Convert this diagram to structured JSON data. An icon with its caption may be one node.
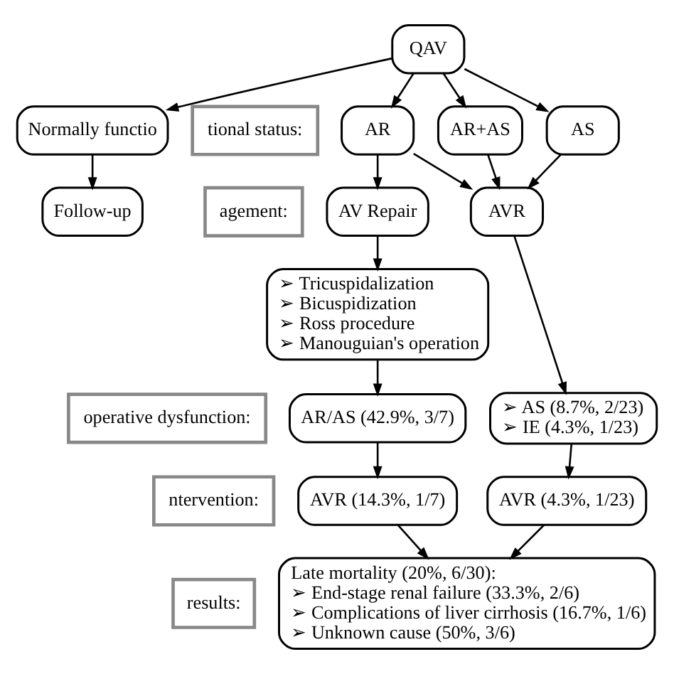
{
  "diagram": {
    "nodes": [
      {
        "text": [
          "QAV"
        ]
      },
      {
        "text": [
          "AR"
        ]
      },
      {
        "text": [
          "AR+AS"
        ]
      },
      {
        "text": [
          "AS"
        ]
      },
      {
        "text": [
          "Normally functio"
        ]
      },
      {
        "text": [
          "AV Repair"
        ]
      },
      {
        "text": [
          "AVR"
        ]
      },
      {
        "text": [
          "Follow-up"
        ]
      },
      {
        "text": [
          "➢ Tricuspidalization",
          "➢ Bicuspidization",
          "➢ Ross procedure",
          "➢ Manouguian's operation"
        ]
      },
      {
        "text": [
          "AR/AS (42.9%, 3/7)"
        ]
      },
      {
        "text": [
          "➢ AS (8.7%, 2/23)",
          "➢ IE (4.3%, 1/23)"
        ]
      },
      {
        "text": [
          "AVR (14.3%, 1/7)"
        ]
      },
      {
        "text": [
          "AVR (4.3%, 1/23)"
        ]
      },
      {
        "text": [
          "Late mortality (20%, 6/30):",
          "➢ End-stage renal failure (33.3%, 2/6)",
          "➢ Complications of liver cirrhosis (16.7%, 1/6)",
          "➢ Unknown cause (50%, 3/6)"
        ]
      },
      {
        "text": [
          "tional status:"
        ]
      },
      {
        "text": [
          "agement:"
        ]
      },
      {
        "text": [
          "operative dysfunction:"
        ]
      },
      {
        "text": [
          "ntervention:"
        ]
      },
      {
        "text": [
          "results:"
        ]
      }
    ],
    "edges": [
      {
        "from": 0,
        "to": 1,
        "arrow": "to"
      },
      {
        "from": 0,
        "to": 2,
        "arrow": "to"
      },
      {
        "from": 0,
        "to": 3,
        "arrow": "to"
      },
      {
        "from": 0,
        "to": 4,
        "arrow": "to"
      },
      {
        "from": 1,
        "to": 5,
        "arrow": "to"
      },
      {
        "from": 1,
        "to": 6,
        "arrow": "to"
      },
      {
        "from": 2,
        "to": 6,
        "arrow": "to"
      },
      {
        "from": 3,
        "to": 6,
        "arrow": "to"
      },
      {
        "from": 4,
        "to": 7,
        "arrow": "to"
      },
      {
        "from": 5,
        "to": 8,
        "arrow": "to"
      },
      {
        "from": 8,
        "to": 9,
        "arrow": "to"
      },
      {
        "from": 6,
        "to": 10,
        "arrow": "to"
      },
      {
        "from": 9,
        "to": 11,
        "arrow": "to"
      },
      {
        "from": 10,
        "to": 12,
        "arrow": "to"
      },
      {
        "from": 11,
        "to": 13,
        "arrow": "to"
      },
      {
        "from": 12,
        "to": 13,
        "arrow": "to"
      }
    ]
  }
}
